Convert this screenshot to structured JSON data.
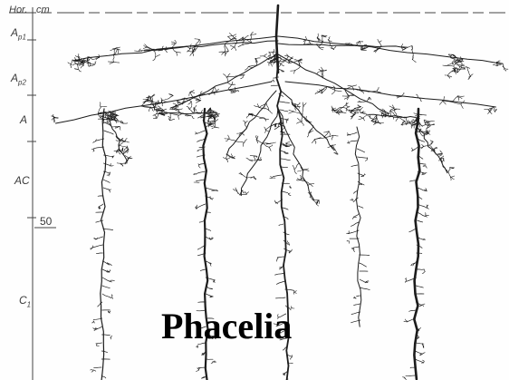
{
  "figure": {
    "title": "Phacelia",
    "header": {
      "horizon_col": "Hor.",
      "unit_col": "cm"
    },
    "horizons": [
      {
        "name": "A",
        "sub": "p1"
      },
      {
        "name": "A",
        "sub": "p2"
      },
      {
        "name": "A",
        "sub": ""
      },
      {
        "name": "AC",
        "sub": ""
      },
      {
        "name": "C",
        "sub": "1"
      }
    ],
    "depth_marker": "50"
  },
  "colors": {
    "root": "#1c1c1c",
    "axis": "#444444"
  }
}
